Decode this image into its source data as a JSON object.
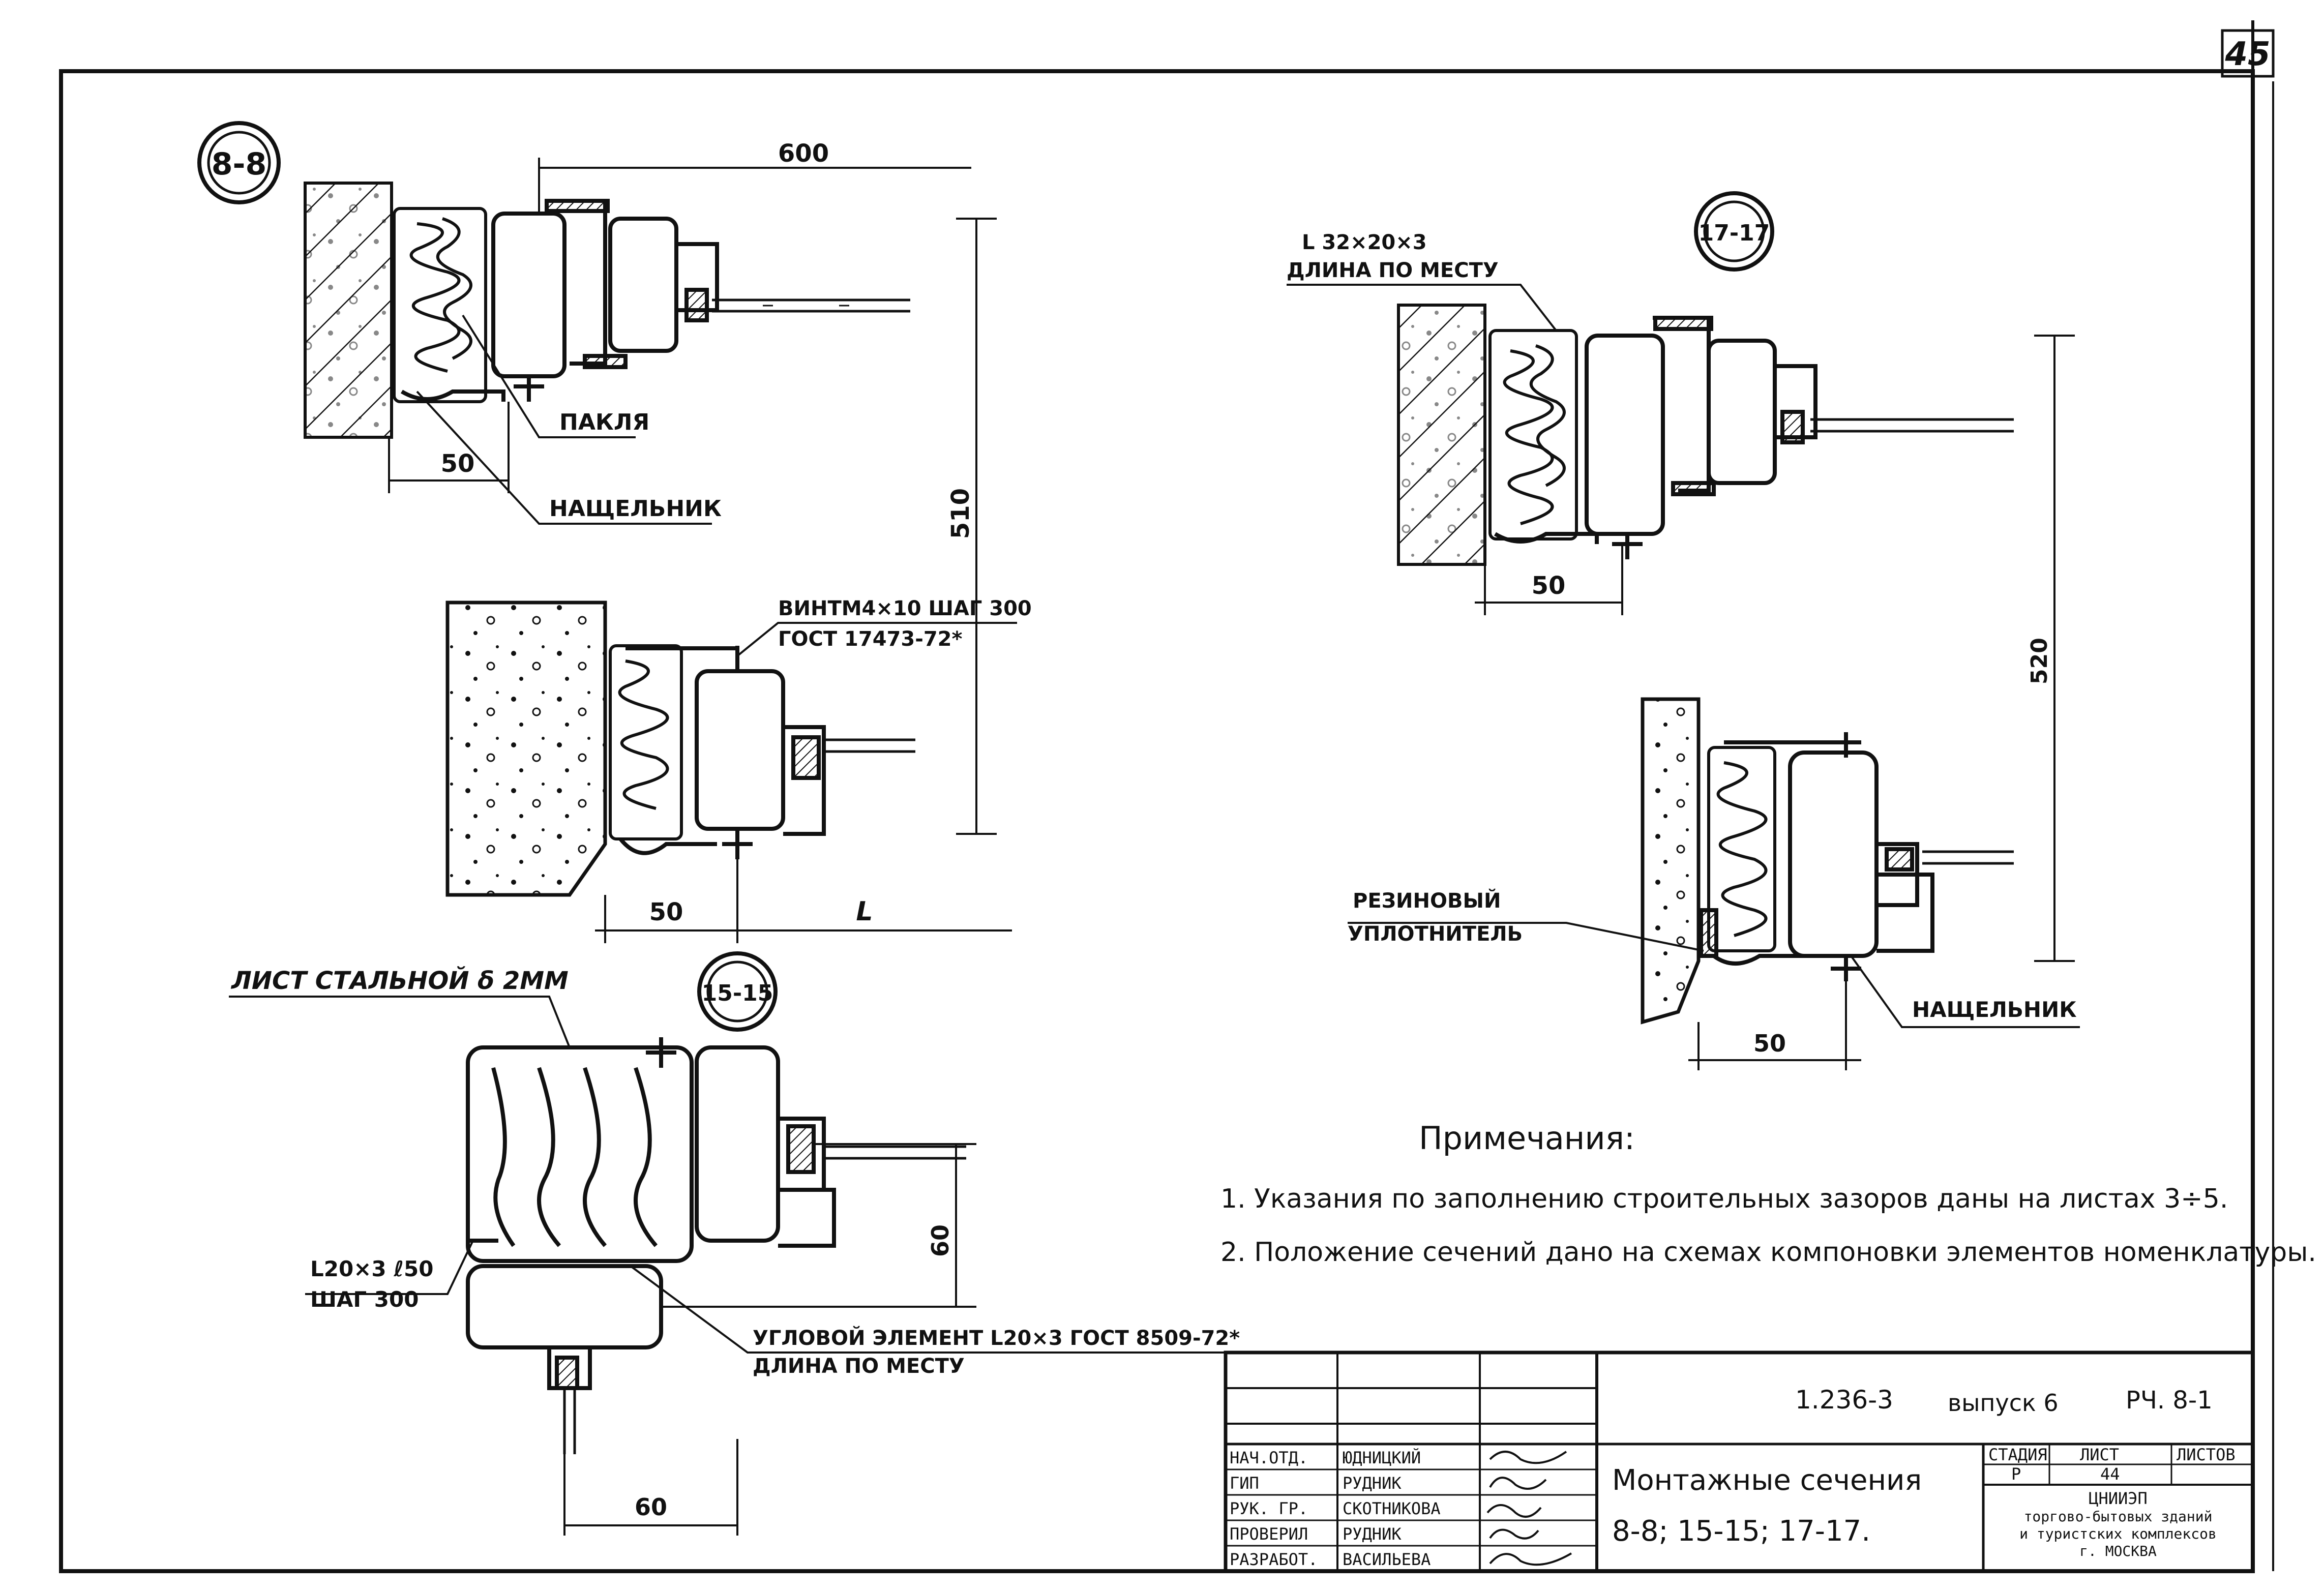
{
  "sheet_number": "45",
  "sections": {
    "s8": {
      "mark": "8-8",
      "dim_width": "600",
      "dim_height": "510",
      "dim_50_upper": "50",
      "dim_50_lower": "50",
      "dim_L": "L",
      "label_paklya": "ПАКЛЯ",
      "label_nashelnik": "НАЩЕЛЬНИК",
      "label_vint_1": "ВИНТМ4×10 ШАГ 300",
      "label_vint_2": "ГОСТ 17473-72*"
    },
    "s15": {
      "mark": "15-15",
      "label_list": "ЛИСТ СТАЛЬНОЙ δ 2ММ",
      "label_angle_1": "L20×3 ℓ50",
      "label_angle_2": "ШАГ 300",
      "label_corner_1": "УГЛОВОЙ ЭЛЕМЕНТ L20×3 ГОСТ 8509-72*",
      "label_corner_2": "ДЛИНА ПО МЕСТУ",
      "dim_60_vertical": "60",
      "dim_60_horizontal": "60"
    },
    "s17": {
      "mark": "17-17",
      "label_angle_1": "L 32×20×3",
      "label_angle_2": "ДЛИНА ПО МЕСТУ",
      "dim_50_upper": "50",
      "dim_50_lower": "50",
      "dim_height": "520",
      "label_seal_1": "РЕЗИНОВЫЙ",
      "label_seal_2": "УПЛОТНИТЕЛЬ",
      "label_nashelnik": "НАЩЕЛЬНИК"
    }
  },
  "notes": {
    "title": "Примечания:",
    "items": [
      "1. Указания по заполнению строительных зазоров даны на листах 3÷5.",
      "2. Положение сечений дано на схемах компоновки элементов номенклатуры."
    ]
  },
  "title_block": {
    "code": "1.236-3",
    "issue": "выпуск 6",
    "sheet_code": "РЧ. 8-1",
    "title_1": "Монтажные сечения",
    "title_2": "8-8; 15-15; 17-17.",
    "stage_header": "СТАДИЯ",
    "sheet_header": "ЛИСТ",
    "sheets_header": "ЛИСТОВ",
    "stage_value": "Р",
    "sheet_value": "44",
    "org_1": "ЦНИИЭП",
    "org_2": "торгово-бытовых зданий",
    "org_3": "и туристских комплексов",
    "org_4": "г. МОСКВА",
    "roles": [
      {
        "role": "НАЧ.ОТД.",
        "name": "ЮДНИЦКИЙ"
      },
      {
        "role": "ГИП",
        "name": "РУДНИК"
      },
      {
        "role": "РУК. ГР.",
        "name": "СКОТНИКОВА"
      },
      {
        "role": "ПРОВЕРИЛ",
        "name": "РУДНИК"
      },
      {
        "role": "РАЗРАБОТ.",
        "name": "ВАСИЛЬЕВА"
      }
    ]
  }
}
